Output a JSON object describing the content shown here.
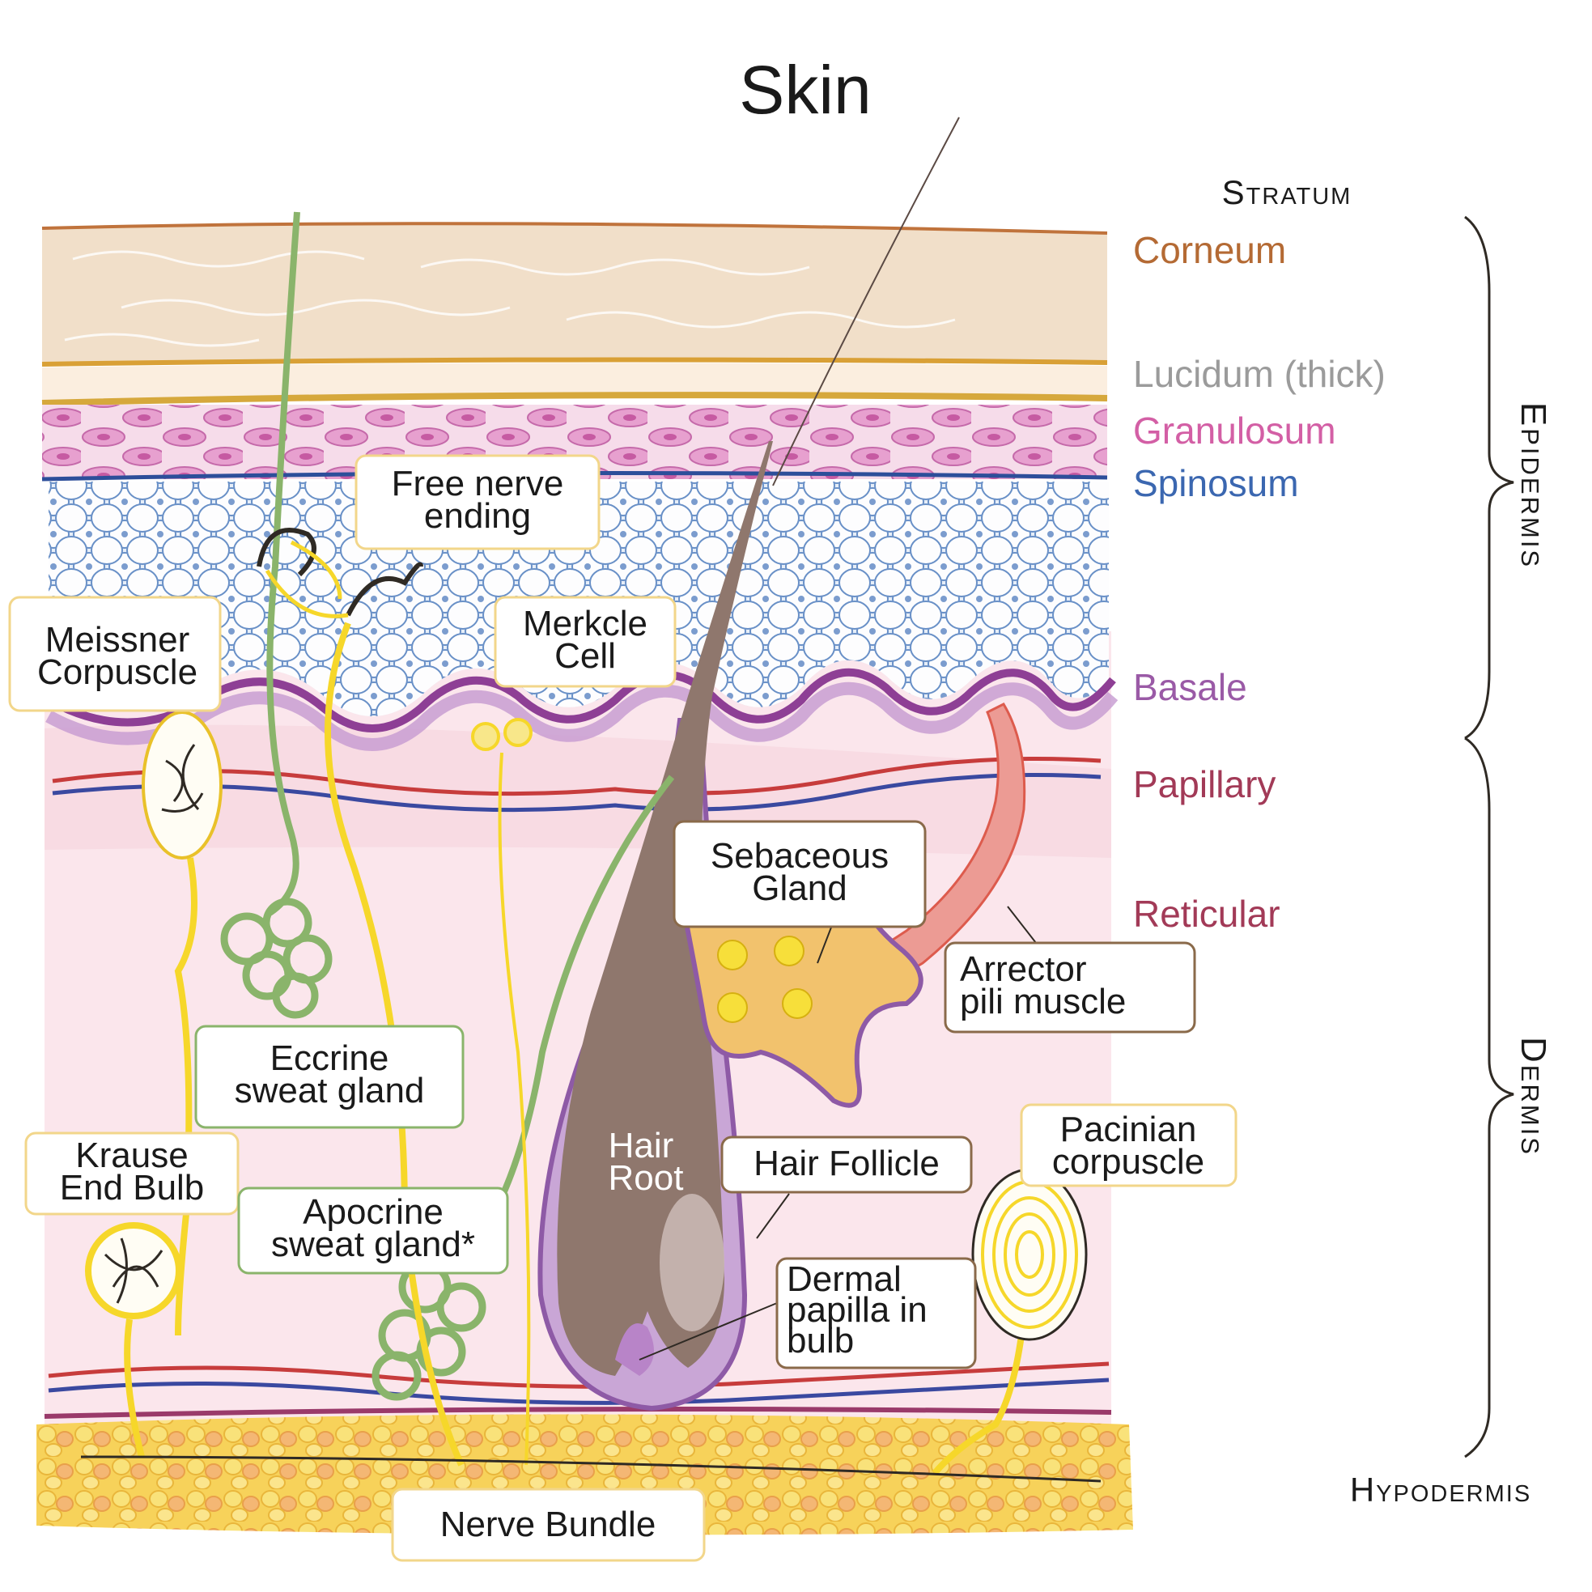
{
  "title": "Skin",
  "layers": {
    "header": "Stratum",
    "corneum": "Corneum",
    "lucidum": "Lucidum (thick)",
    "granulosum": "Granulosum",
    "spinosum": "Spinosum",
    "basale": "Basale",
    "papillary": "Papillary",
    "reticular": "Reticular",
    "hypodermis": "Hypodermis"
  },
  "groups": {
    "epidermis": "Epidermis",
    "dermis": "Dermis"
  },
  "callouts": {
    "free_nerve": [
      "Free nerve",
      "ending"
    ],
    "meissner": [
      "Meissner",
      "Corpuscle"
    ],
    "merkle": [
      "Merkcle",
      "Cell"
    ],
    "sebaceous": [
      "Sebaceous",
      "Gland"
    ],
    "arrector": [
      "Arrector",
      "pili muscle"
    ],
    "eccrine": [
      "Eccrine",
      "sweat gland"
    ],
    "krause": [
      "Krause",
      "End Bulb"
    ],
    "apocrine": [
      "Apocrine",
      "sweat gland*"
    ],
    "hair_root": [
      "Hair",
      "Root"
    ],
    "hair_follicle": "Hair Follicle",
    "pacinian": [
      "Pacinian",
      "corpuscle"
    ],
    "dermal_papilla": [
      "Dermal",
      "papilla in",
      "bulb"
    ],
    "nerve_bundle": "Nerve Bundle"
  },
  "colors": {
    "corneum": "#b46a34",
    "lucidum": "#9b9b9b",
    "granulosum": "#d35fa5",
    "spinosum": "#3b67b0",
    "basale": "#9a5aa6",
    "papillary": "#a23a57",
    "reticular": "#a23a57",
    "nerve": "#f6d72a",
    "gland": "#8ab46b",
    "hair": "#8f776d",
    "follicle": "#8d5ba8"
  }
}
